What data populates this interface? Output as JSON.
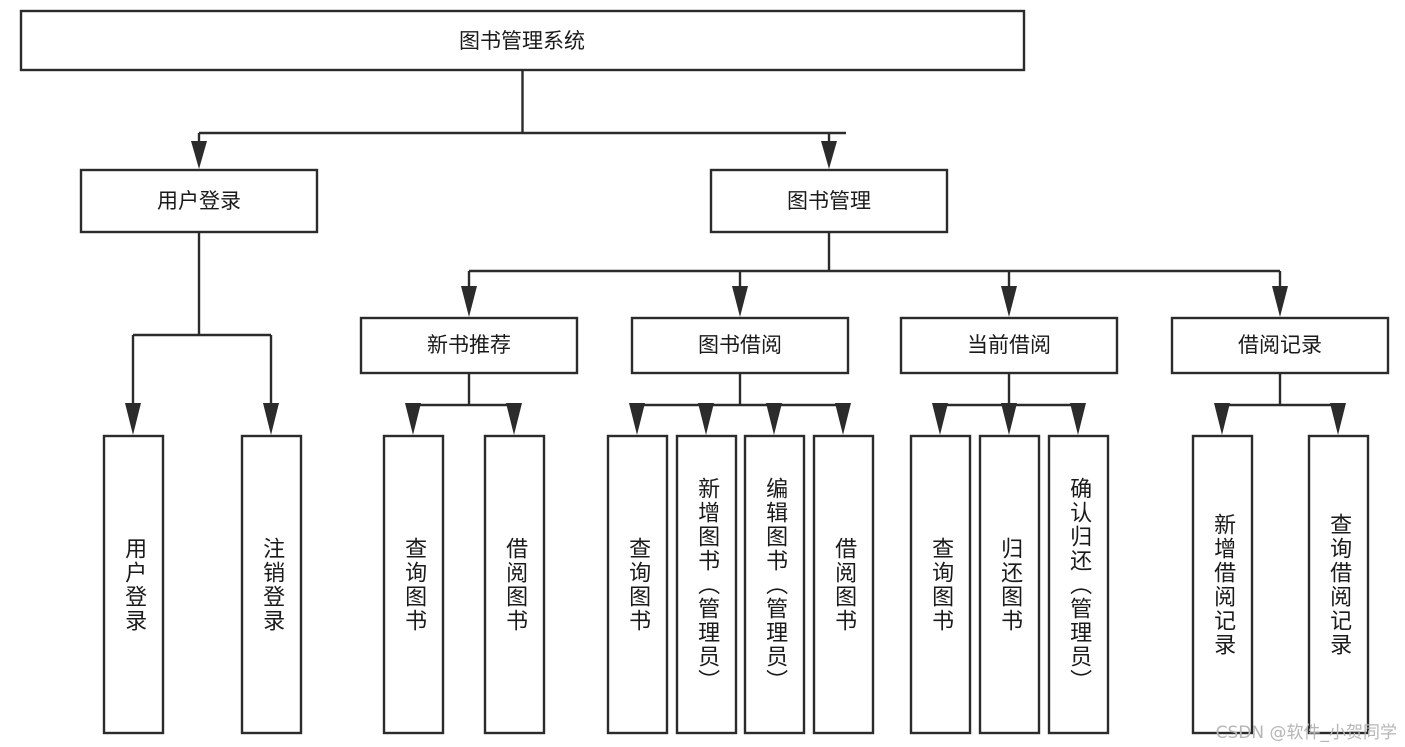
{
  "diagram": {
    "title": "图书管理系统",
    "watermark": "CSDN @软件_小贺同学",
    "root": {
      "label": "图书管理系统"
    },
    "level2": [
      {
        "id": "user-login",
        "label": "用户登录"
      },
      {
        "id": "book-management",
        "label": "图书管理"
      }
    ],
    "level3": [
      {
        "id": "new-book-recommend",
        "label": "新书推荐"
      },
      {
        "id": "book-borrow",
        "label": "图书借阅"
      },
      {
        "id": "current-borrow",
        "label": "当前借阅"
      },
      {
        "id": "borrow-record",
        "label": "借阅记录"
      }
    ],
    "leaves": {
      "user_login": [
        {
          "id": "leaf-user-login",
          "label": "用户登录"
        },
        {
          "id": "leaf-logout",
          "label": "注销登录"
        }
      ],
      "new_book_recommend": [
        {
          "id": "leaf-query-book-1",
          "label": "查询图书"
        },
        {
          "id": "leaf-borrow-book-1",
          "label": "借阅图书"
        }
      ],
      "book_borrow": [
        {
          "id": "leaf-query-book-2",
          "label": "查询图书"
        },
        {
          "id": "leaf-add-book",
          "label": "新增图书（管理员）"
        },
        {
          "id": "leaf-edit-book",
          "label": "编辑图书（管理员）"
        },
        {
          "id": "leaf-borrow-book-2",
          "label": "借阅图书"
        }
      ],
      "current_borrow": [
        {
          "id": "leaf-query-book-3",
          "label": "查询图书"
        },
        {
          "id": "leaf-return-book",
          "label": "归还图书"
        },
        {
          "id": "leaf-confirm-return",
          "label": "确认归还（管理员）"
        }
      ],
      "borrow_record": [
        {
          "id": "leaf-add-record",
          "label": "新增借阅记录"
        },
        {
          "id": "leaf-query-record",
          "label": "查询借阅记录"
        }
      ]
    },
    "colors": {
      "stroke": "#2b2b2b",
      "fill": "#ffffff",
      "text": "#1a1a1a",
      "watermark": "#b6b6b6"
    }
  }
}
